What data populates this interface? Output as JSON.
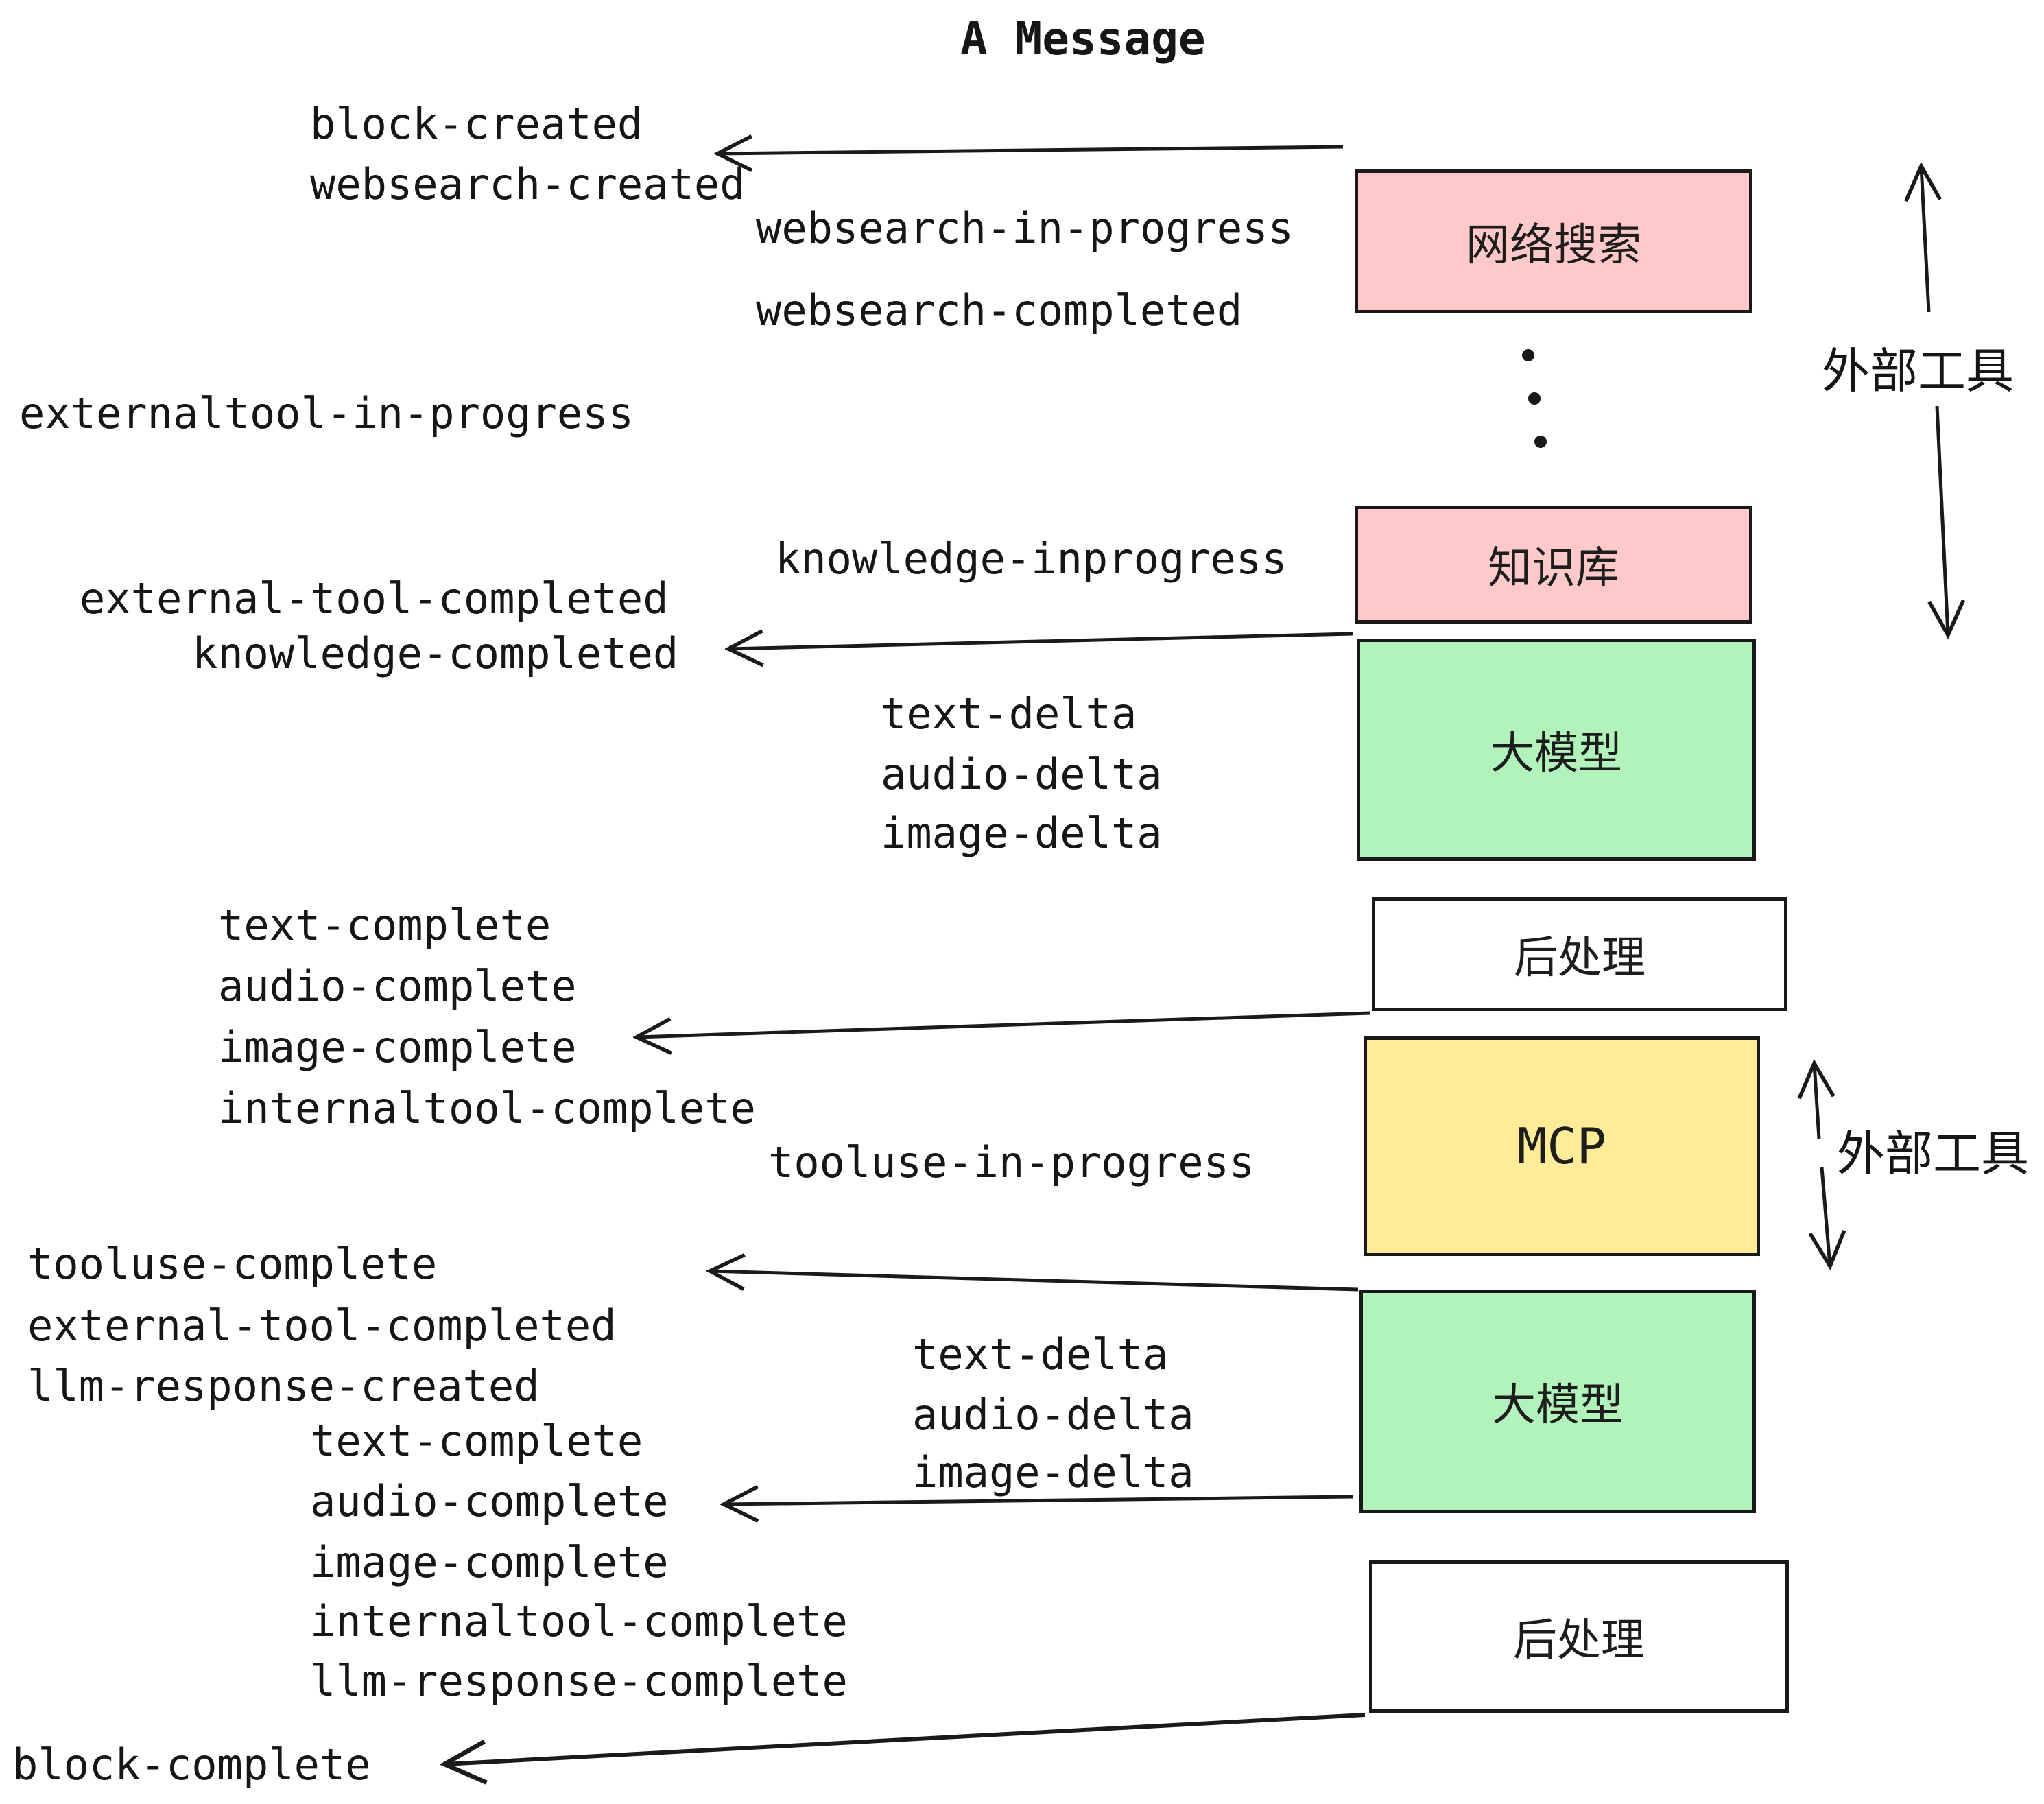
{
  "title": "A Message",
  "palette": {
    "pink": "#ffc9c9",
    "green": "#b2f2bb",
    "yellow": "#ffec99",
    "white": "#ffffff",
    "ink": "#1a1a1a"
  },
  "nodes": {
    "websearch": "网络搜索",
    "knowledge": "知识库",
    "llm_1": "大模型",
    "postprocess_1": "后处理",
    "mcp": "MCP",
    "llm_2": "大模型",
    "postprocess_2": "后处理"
  },
  "side_labels": {
    "external_tools_top": "外部工具",
    "external_tools_mcp": "外部工具"
  },
  "events": {
    "block_created": "block-created",
    "websearch_created": "websearch-created",
    "websearch_in_progress": "websearch-in-progress",
    "websearch_completed": "websearch-completed",
    "externaltool_in_progress": "externaltool-in-progress",
    "knowledge_inprogress": "knowledge-inprogress",
    "external_tool_completed_1": "external-tool-completed",
    "knowledge_completed": "knowledge-completed",
    "text_delta_1": "text-delta",
    "audio_delta_1": "audio-delta",
    "image_delta_1": "image-delta",
    "text_complete_1": "text-complete",
    "audio_complete_1": "audio-complete",
    "image_complete_1": "image-complete",
    "internaltool_complete_1": "internaltool-complete",
    "tooluse_in_progress": "tooluse-in-progress",
    "tooluse_complete": "tooluse-complete",
    "external_tool_completed_2": "external-tool-completed",
    "llm_response_created": "llm-response-created",
    "text_complete_2": "text-complete",
    "audio_complete_2": "audio-complete",
    "image_complete_2": "image-complete",
    "internaltool_complete_2": "internaltool-complete",
    "llm_response_complete": "llm-response-complete",
    "block_complete": "block-complete"
  }
}
